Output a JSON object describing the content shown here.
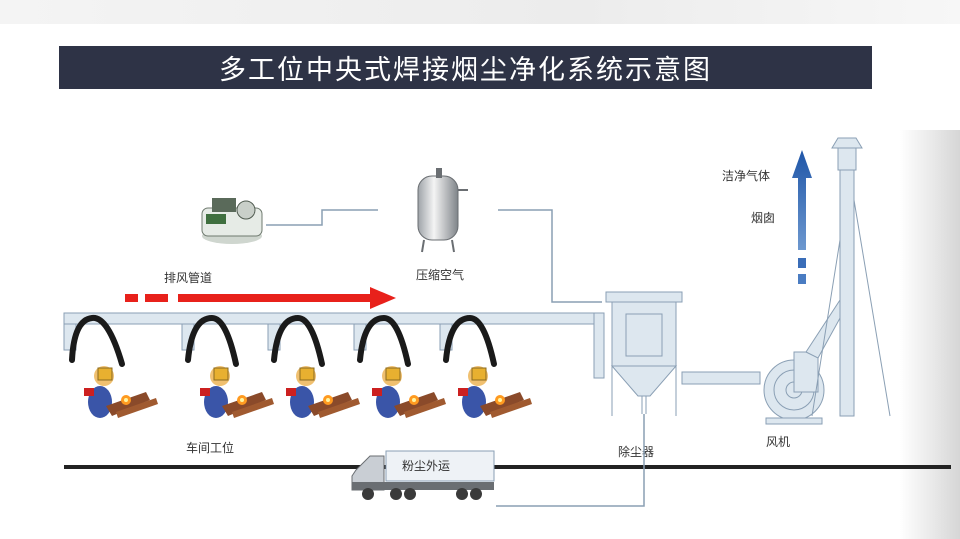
{
  "title": "多工位中央式焊接烟尘净化系统示意图",
  "labels": {
    "exhaust_duct": "排风管道",
    "compressed_air": "压缩空气",
    "clean_gas": "洁净气体",
    "chimney": "烟囱",
    "workshop_station": "车间工位",
    "dust_collector": "除尘器",
    "fan": "风机",
    "dust_transport": "粉尘外运"
  },
  "colors": {
    "title_bg": "#2e3346",
    "duct_fill": "#dde7ef",
    "duct_stroke": "#8a9fb4",
    "flow_arrow": "#e8211b",
    "clean_arrow": "#2f66b4"
  },
  "icons": [
    "air-compressor-icon",
    "air-tank-icon",
    "welder-icon",
    "truck-icon",
    "fan-icon",
    "chimney-icon"
  ]
}
